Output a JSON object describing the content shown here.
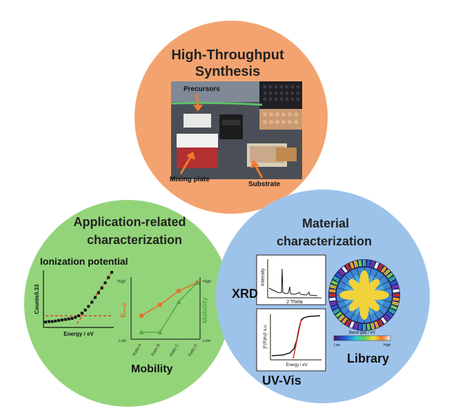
{
  "synthesis": {
    "title_line1": "High-Throughput",
    "title_line2": "Synthesis",
    "labels": {
      "precursors": "Precursors",
      "mixing_plate": "Mixing plate",
      "substrate": "Substrate"
    },
    "colors": {
      "circle": "#f3a36f",
      "arrow": "#f07a2e"
    }
  },
  "application": {
    "title_line1": "Application-related",
    "title_line2": "characterization",
    "ionization": {
      "title": "Ionization potential",
      "ylabel": "Counts0.33",
      "xlabel": "Energy / eV"
    },
    "mobility": {
      "title": "Mobility",
      "left_high": "High",
      "left_low": "Low",
      "right_high": "High",
      "right_low": "Low",
      "left_axis": "Eₘₒᵦ",
      "right_axis": "Mobility",
      "categories": [
        "Ratio A",
        "Ratio B",
        "Ratio C",
        "Ratio D"
      ]
    },
    "colors": {
      "circle": "#93d47a"
    }
  },
  "material": {
    "title_line1": "Material",
    "title_line2": "characterization",
    "xrd": {
      "label": "XRD",
      "ylabel": "Intensity",
      "xlabel": "2 Theta"
    },
    "uvvis": {
      "label": "UV-Vis",
      "ylabel": "[F(R)hν]² a.u.",
      "xlabel": "Energy / eV"
    },
    "library": {
      "label": "Library",
      "colorbar_title": "Band gap / eV",
      "colorbar_low": "Low",
      "colorbar_high": "High"
    },
    "colors": {
      "circle": "#9ec3ea"
    }
  },
  "chart_data": [
    {
      "type": "scatter",
      "name": "ionization",
      "x": [
        0,
        1,
        2,
        3,
        4,
        5,
        6,
        7,
        8,
        9,
        10,
        11,
        12,
        13,
        14,
        15,
        16,
        17,
        18,
        19,
        20
      ],
      "values": [
        0.05,
        0.06,
        0.06,
        0.07,
        0.08,
        0.09,
        0.1,
        0.11,
        0.12,
        0.14,
        0.17,
        0.22,
        0.28,
        0.35,
        0.43,
        0.52,
        0.61,
        0.7,
        0.8,
        0.9,
        1.0
      ],
      "baseline": 0.17,
      "xlabel": "Energy / eV",
      "ylabel": "Counts0.33"
    },
    {
      "type": "line",
      "name": "mobility",
      "categories": [
        "Ratio A",
        "Ratio B",
        "Ratio C",
        "Ratio D"
      ],
      "series": [
        {
          "name": "Eₘₒᵦ",
          "values": [
            0.35,
            0.55,
            0.8,
            0.95
          ],
          "color": "#e8702a"
        },
        {
          "name": "Mobility",
          "values": [
            0.05,
            0.05,
            0.6,
            0.95
          ],
          "color": "#55a84b"
        }
      ]
    }
  ]
}
